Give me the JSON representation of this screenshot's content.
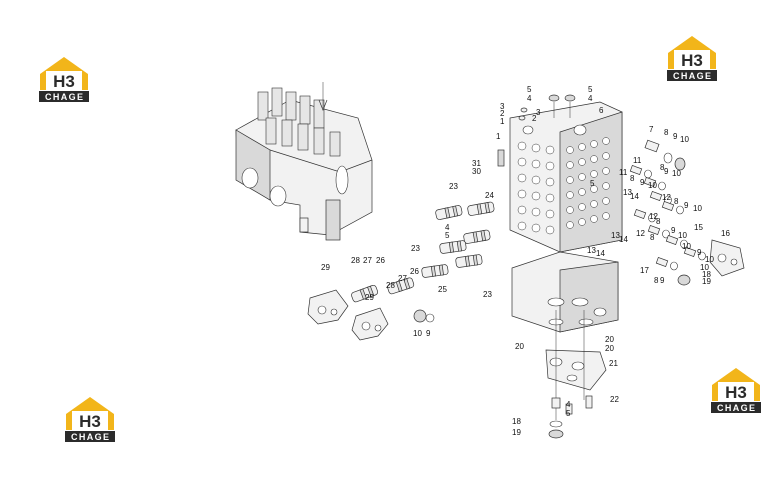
{
  "brand": {
    "logo_letters": "H3",
    "logo_word": "CHAGE",
    "colors": {
      "roof": "#f2b51a",
      "dark": "#2b2b2b",
      "white": "#ffffff"
    }
  },
  "callouts": [
    "1",
    "2",
    "3",
    "4",
    "5",
    "6",
    "7",
    "8",
    "9",
    "10",
    "11",
    "12",
    "13",
    "14",
    "15",
    "16",
    "17",
    "18",
    "19",
    "20",
    "21",
    "22",
    "23",
    "24",
    "25",
    "26",
    "27",
    "28",
    "29",
    "30",
    "31"
  ],
  "callout_labels": [
    {
      "id": "c1",
      "text": "5"
    },
    {
      "id": "c2",
      "text": "4"
    },
    {
      "id": "c3",
      "text": "5"
    },
    {
      "id": "c4",
      "text": "4"
    },
    {
      "id": "c5",
      "text": "3"
    },
    {
      "id": "c6",
      "text": "2"
    },
    {
      "id": "c7",
      "text": "1"
    },
    {
      "id": "c8",
      "text": "3"
    },
    {
      "id": "c9",
      "text": "2"
    },
    {
      "id": "c10",
      "text": "6"
    },
    {
      "id": "c11",
      "text": "1"
    },
    {
      "id": "c12",
      "text": "31"
    },
    {
      "id": "c13",
      "text": "30"
    },
    {
      "id": "c14",
      "text": "7"
    },
    {
      "id": "c15",
      "text": "8"
    },
    {
      "id": "c16",
      "text": "9"
    },
    {
      "id": "c17",
      "text": "10"
    },
    {
      "id": "c18",
      "text": "11"
    },
    {
      "id": "c19",
      "text": "8"
    },
    {
      "id": "c20",
      "text": "9"
    },
    {
      "id": "c21",
      "text": "10"
    },
    {
      "id": "c22",
      "text": "11"
    },
    {
      "id": "c23",
      "text": "8"
    },
    {
      "id": "c24",
      "text": "9"
    },
    {
      "id": "c25",
      "text": "10"
    },
    {
      "id": "c26",
      "text": "5"
    },
    {
      "id": "c27",
      "text": "13"
    },
    {
      "id": "c28",
      "text": "14"
    },
    {
      "id": "c29",
      "text": "12"
    },
    {
      "id": "c30",
      "text": "8"
    },
    {
      "id": "c31",
      "text": "9"
    },
    {
      "id": "c32",
      "text": "10"
    },
    {
      "id": "c33",
      "text": "12"
    },
    {
      "id": "c34",
      "text": "8"
    },
    {
      "id": "c35",
      "text": "9"
    },
    {
      "id": "c36",
      "text": "10"
    },
    {
      "id": "c37",
      "text": "15"
    },
    {
      "id": "c38",
      "text": "13"
    },
    {
      "id": "c39",
      "text": "14"
    },
    {
      "id": "c40",
      "text": "12"
    },
    {
      "id": "c41",
      "text": "8"
    },
    {
      "id": "c42",
      "text": "10"
    },
    {
      "id": "c43",
      "text": "9"
    },
    {
      "id": "c44",
      "text": "10"
    },
    {
      "id": "c45",
      "text": "16"
    },
    {
      "id": "c46",
      "text": "13"
    },
    {
      "id": "c47",
      "text": "14"
    },
    {
      "id": "c48",
      "text": "17"
    },
    {
      "id": "c49",
      "text": "8"
    },
    {
      "id": "c50",
      "text": "9"
    },
    {
      "id": "c51",
      "text": "10"
    },
    {
      "id": "c52",
      "text": "18"
    },
    {
      "id": "c53",
      "text": "19"
    },
    {
      "id": "c54",
      "text": "23"
    },
    {
      "id": "c55",
      "text": "24"
    },
    {
      "id": "c56",
      "text": "4"
    },
    {
      "id": "c57",
      "text": "5"
    },
    {
      "id": "c58",
      "text": "23"
    },
    {
      "id": "c59",
      "text": "25"
    },
    {
      "id": "c60",
      "text": "23"
    },
    {
      "id": "c61",
      "text": "29"
    },
    {
      "id": "c62",
      "text": "28"
    },
    {
      "id": "c63",
      "text": "27"
    },
    {
      "id": "c64",
      "text": "26"
    },
    {
      "id": "c65",
      "text": "28"
    },
    {
      "id": "c66",
      "text": "27"
    },
    {
      "id": "c67",
      "text": "26"
    },
    {
      "id": "c68",
      "text": "29"
    },
    {
      "id": "c69",
      "text": "10"
    },
    {
      "id": "c70",
      "text": "9"
    },
    {
      "id": "c71",
      "text": "20"
    },
    {
      "id": "c72",
      "text": "20"
    },
    {
      "id": "c73",
      "text": "20"
    },
    {
      "id": "c74",
      "text": "21"
    },
    {
      "id": "c75",
      "text": "4"
    },
    {
      "id": "c76",
      "text": "22"
    },
    {
      "id": "c77",
      "text": "5"
    },
    {
      "id": "c78",
      "text": "18"
    },
    {
      "id": "c79",
      "text": "19"
    }
  ]
}
